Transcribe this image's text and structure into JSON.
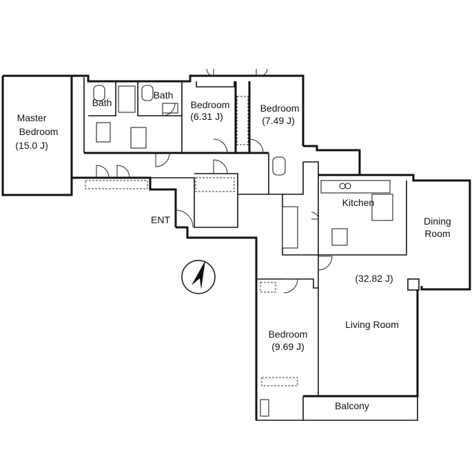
{
  "rooms": {
    "master_bedroom": {
      "name_line1": "Master",
      "name_line2": "Bedroom",
      "size": "(15.0 J)"
    },
    "bath_1": {
      "name": "Bath"
    },
    "bath_2": {
      "name": "Bath"
    },
    "bedroom_1": {
      "name": "Bedroom",
      "size": "(6.31 J)"
    },
    "bedroom_2": {
      "name": "Bedroom",
      "size": "(7.49 J)"
    },
    "kitchen": {
      "name": "Kitchen"
    },
    "dining": {
      "name_line1": "Dining",
      "name_line2": "Room"
    },
    "ldk_size": {
      "size": "(32.82 J)"
    },
    "living": {
      "name": "Living Room"
    },
    "bedroom_3": {
      "name": "Bedroom",
      "size": "(9.69 J)"
    },
    "balcony": {
      "name": "Balcony"
    },
    "entrance": {
      "name": "ENT"
    }
  },
  "compass": {
    "icon": "north-arrow-icon"
  }
}
